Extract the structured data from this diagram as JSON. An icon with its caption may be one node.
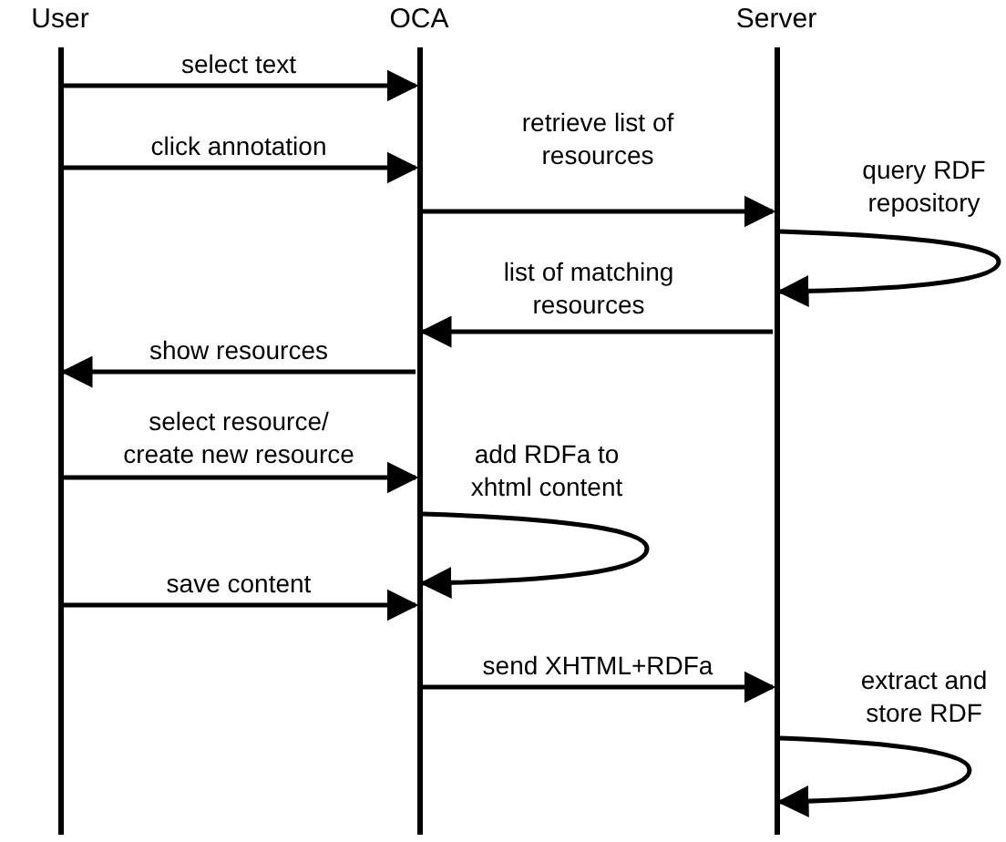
{
  "diagram": {
    "nodes": [
      {
        "text": [
          "User"
        ]
      },
      {
        "text": [
          "OCA"
        ]
      },
      {
        "text": [
          "Server"
        ]
      }
    ],
    "edges": [
      {
        "from": 0,
        "to": 1,
        "arrow": "to",
        "label": "select text"
      },
      {
        "from": 0,
        "to": 1,
        "arrow": "to",
        "label": "click annotation"
      },
      {
        "from": 1,
        "to": 2,
        "arrow": "to",
        "label": "retrieve list of resources"
      },
      {
        "from": 2,
        "to": 2,
        "arrow": "to",
        "label": "query RDF repository"
      },
      {
        "from": 2,
        "to": 1,
        "arrow": "to",
        "label": "list of matching resources"
      },
      {
        "from": 1,
        "to": 0,
        "arrow": "to",
        "label": "show resources"
      },
      {
        "from": 0,
        "to": 1,
        "arrow": "to",
        "label": "select resource/ create new resource"
      },
      {
        "from": 1,
        "to": 1,
        "arrow": "to",
        "label": "add RDFa to xhtml content"
      },
      {
        "from": 0,
        "to": 1,
        "arrow": "to",
        "label": "save content"
      },
      {
        "from": 1,
        "to": 2,
        "arrow": "to",
        "label": "send XHTML+RDFa"
      },
      {
        "from": 2,
        "to": 2,
        "arrow": "to",
        "label": "extract and store RDF"
      }
    ]
  }
}
